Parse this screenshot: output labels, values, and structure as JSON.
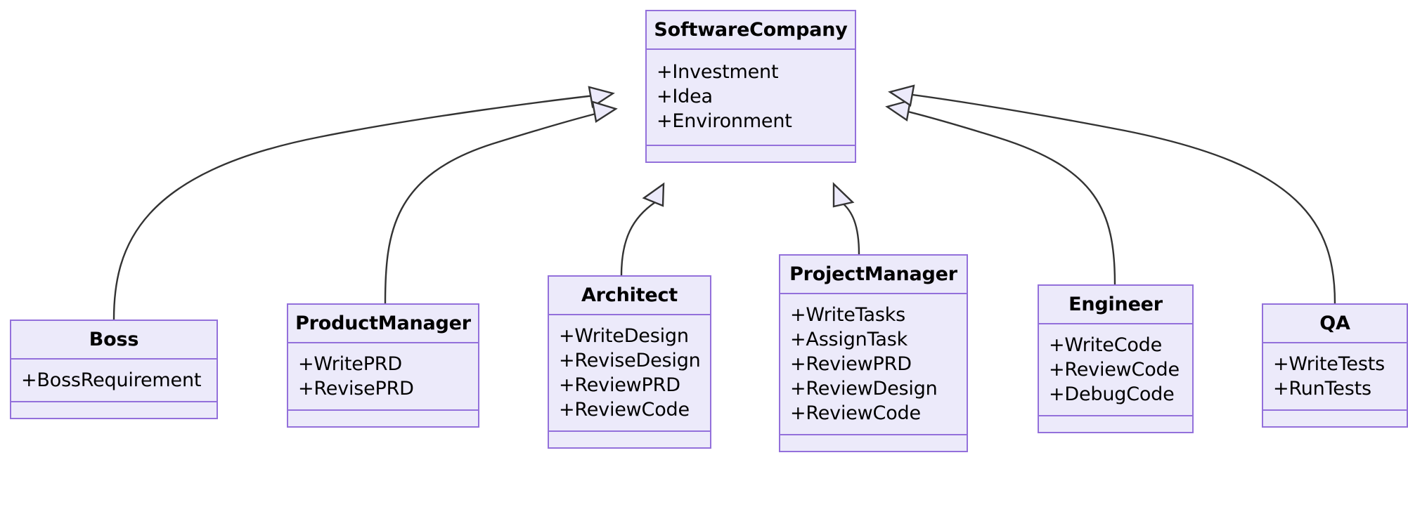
{
  "diagram": {
    "type": "uml-class-diagram",
    "relationship": "generalization",
    "colors": {
      "node_fill": "#ECEAFA",
      "node_border": "#9370DB",
      "text": "#000000",
      "edge": "#333333",
      "background": "#ffffff"
    },
    "classes": [
      {
        "id": "softwarecompany",
        "name": "SoftwareCompany",
        "attributes": [
          "+Investment",
          "+Idea",
          "+Environment"
        ],
        "methods": []
      },
      {
        "id": "boss",
        "name": "Boss",
        "attributes": [
          "+BossRequirement"
        ],
        "methods": []
      },
      {
        "id": "productmanager",
        "name": "ProductManager",
        "attributes": [
          "+WritePRD",
          "+RevisePRD"
        ],
        "methods": []
      },
      {
        "id": "architect",
        "name": "Architect",
        "attributes": [
          "+WriteDesign",
          "+ReviseDesign",
          "+ReviewPRD",
          "+ReviewCode"
        ],
        "methods": []
      },
      {
        "id": "projectmanager",
        "name": "ProjectManager",
        "attributes": [
          "+WriteTasks",
          "+AssignTask",
          "+ReviewPRD",
          "+ReviewDesign",
          "+ReviewCode"
        ],
        "methods": []
      },
      {
        "id": "engineer",
        "name": "Engineer",
        "attributes": [
          "+WriteCode",
          "+ReviewCode",
          "+DebugCode"
        ],
        "methods": []
      },
      {
        "id": "qa",
        "name": "QA",
        "attributes": [
          "+WriteTests",
          "+RunTests"
        ],
        "methods": []
      }
    ],
    "edges": [
      {
        "from": "boss",
        "to": "softwarecompany",
        "kind": "inheritance",
        "arrow": "hollow-triangle"
      },
      {
        "from": "productmanager",
        "to": "softwarecompany",
        "kind": "inheritance",
        "arrow": "hollow-triangle"
      },
      {
        "from": "architect",
        "to": "softwarecompany",
        "kind": "inheritance",
        "arrow": "hollow-triangle"
      },
      {
        "from": "projectmanager",
        "to": "softwarecompany",
        "kind": "inheritance",
        "arrow": "hollow-triangle"
      },
      {
        "from": "engineer",
        "to": "softwarecompany",
        "kind": "inheritance",
        "arrow": "hollow-triangle"
      },
      {
        "from": "qa",
        "to": "softwarecompany",
        "kind": "inheritance",
        "arrow": "hollow-triangle"
      }
    ]
  }
}
